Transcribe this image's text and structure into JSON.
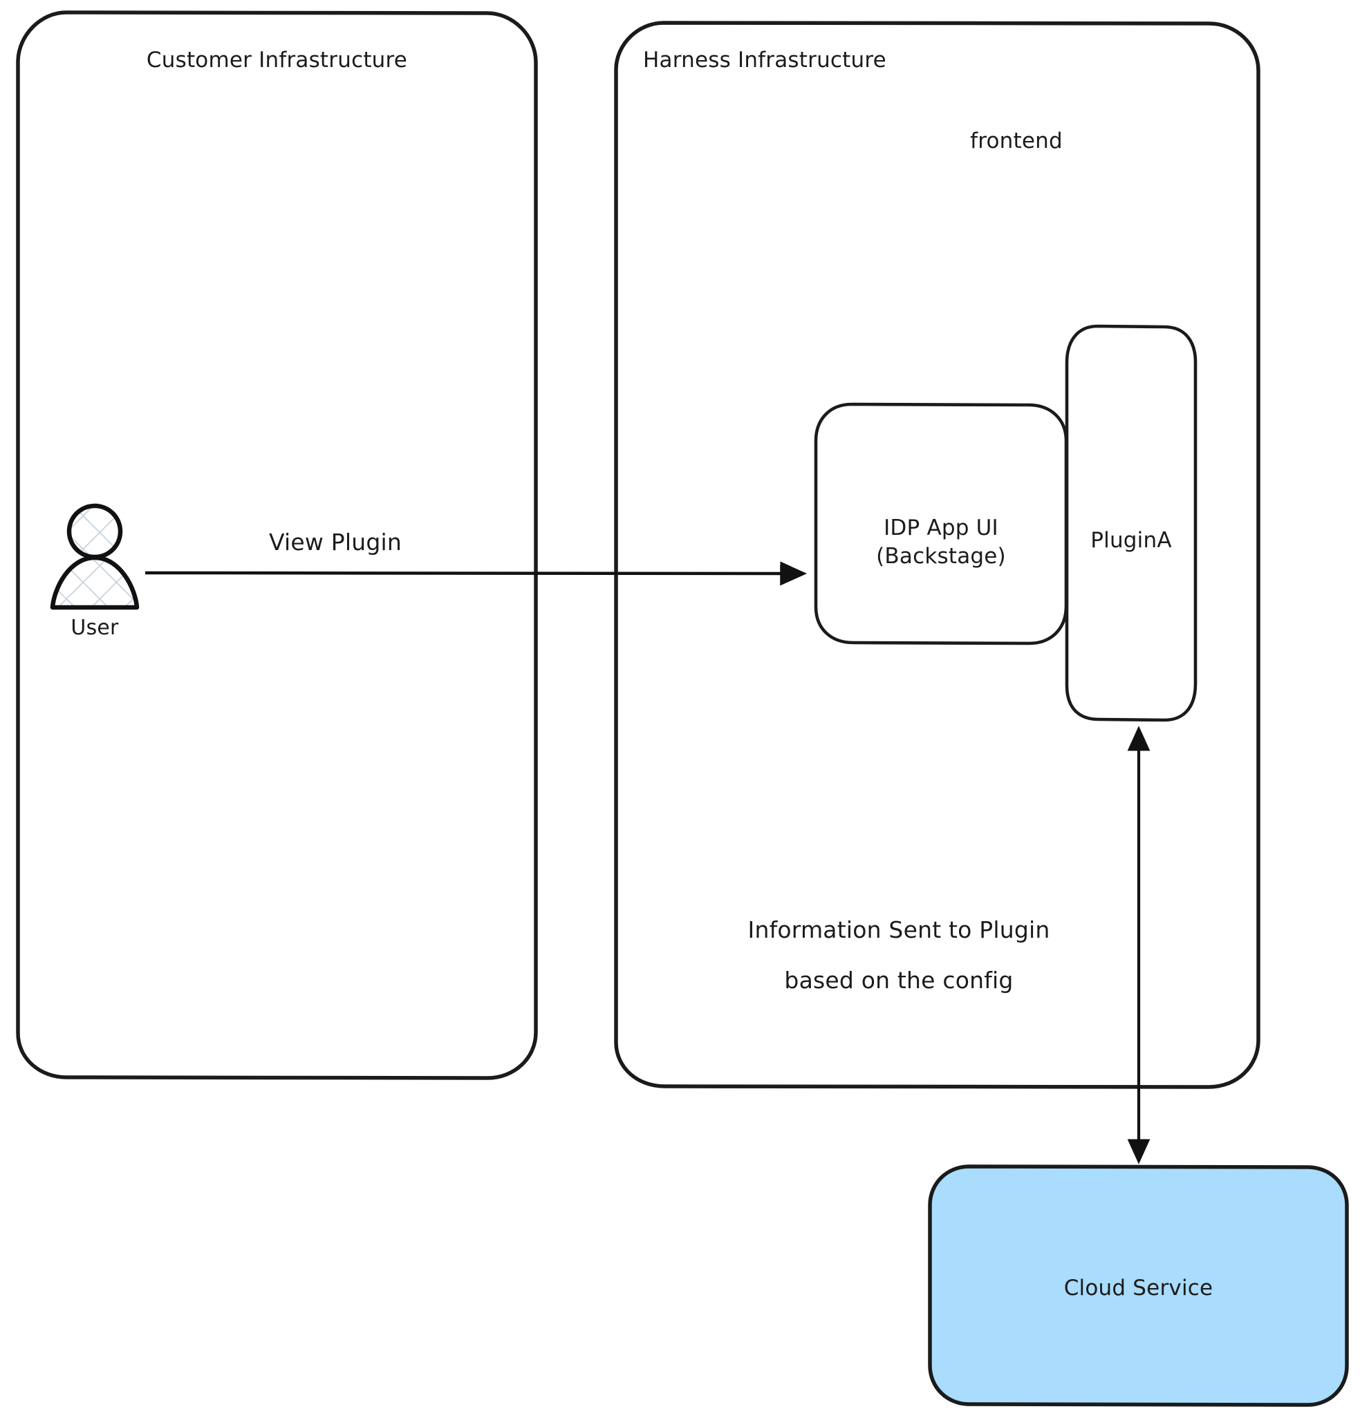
{
  "diagram": {
    "type": "architecture-flow-diagram",
    "background_color": "#ffffff",
    "stroke_color": "#1b1b1b",
    "text_color": "#1b1b1b"
  },
  "containers": [
    {
      "id": "customer-infrastructure",
      "title": "Customer Infrastructure",
      "fill": "#ffffff",
      "stroke": "#1b1b1b"
    },
    {
      "id": "harness-infrastructure",
      "title": "Harness Infrastructure",
      "fill": "#ffffff",
      "stroke": "#1b1b1b"
    }
  ],
  "groups": [
    {
      "id": "frontend",
      "title": "frontend",
      "parent": "harness-infrastructure"
    }
  ],
  "nodes": [
    {
      "id": "user",
      "label": "User",
      "shape": "actor",
      "fill": "#ffffff",
      "pattern": "cross-hatch",
      "parent": "customer-infrastructure"
    },
    {
      "id": "idp-app-ui",
      "label_line1": "IDP App UI",
      "label_line2": "(Backstage)",
      "shape": "rounded-rect",
      "fill": "#ffffff",
      "stroke": "#1b1b1b",
      "parent": "frontend"
    },
    {
      "id": "plugin-a",
      "label": "PluginA",
      "shape": "rounded-rect",
      "fill": "#ffffff",
      "stroke": "#1b1b1b",
      "parent": "frontend"
    },
    {
      "id": "cloud-service",
      "label": "Cloud Service",
      "shape": "rounded-rect",
      "fill": "#a9dcfd",
      "stroke": "#1b1b1b",
      "parent": null
    }
  ],
  "edges": [
    {
      "id": "user-to-idp",
      "from": "user",
      "to": "idp-app-ui",
      "label": "View Plugin",
      "arrowheads": "end",
      "direction": "right"
    },
    {
      "id": "plugin-to-cloud",
      "from": "plugin-a",
      "to": "cloud-service",
      "label_line1": "Information Sent to Plugin",
      "label_line2": "based on the config",
      "arrowheads": "both",
      "direction": "vertical"
    }
  ],
  "icons": {
    "user_icon_name": "user-actor-icon",
    "arrow_icon_name": "arrow-head-icon"
  }
}
